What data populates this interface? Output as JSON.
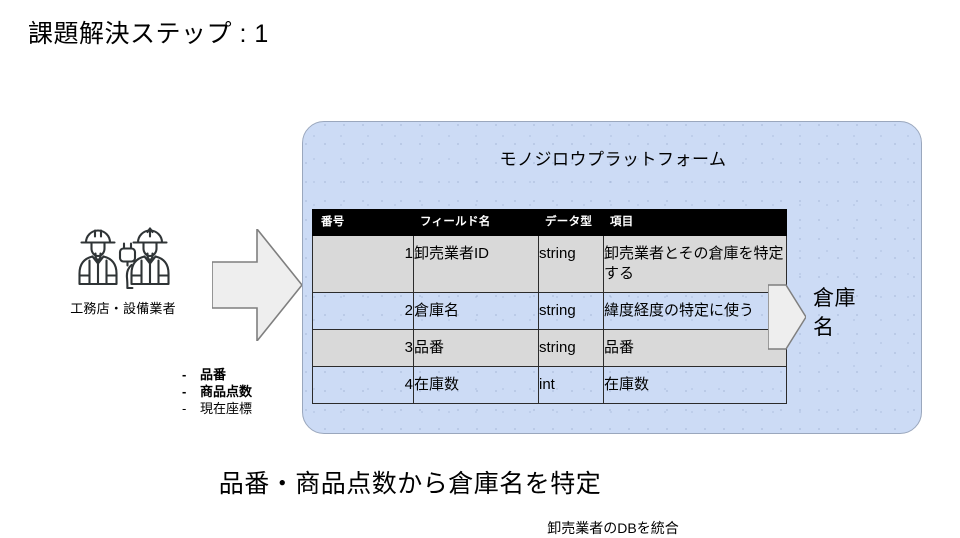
{
  "slide": {
    "title": "課題解決ステップ : 1",
    "bottom_caption": "品番・商品点数から倉庫名を特定"
  },
  "actor": {
    "label": "工務店・設備業者",
    "icon": "two-construction-workers-icon"
  },
  "inputs": {
    "items": [
      {
        "dash": "-",
        "label": "品番",
        "emphasis": "bold"
      },
      {
        "dash": "-",
        "label": "商品点数",
        "emphasis": "bold"
      },
      {
        "dash": "-",
        "label": "現在座標",
        "emphasis": "normal"
      }
    ]
  },
  "platform": {
    "title": "モノジロウプラットフォーム",
    "footnote": "卸売業者のDBを統合",
    "fill_color": "#ccdbf5",
    "border_color": "#9aa7bd"
  },
  "table": {
    "headers": [
      "番号",
      "フィールド名",
      "データ型",
      "項目"
    ],
    "header_bg": "#000000",
    "shaded_row_bg": "#d9d9d9",
    "rows": [
      {
        "no": "1",
        "field": "卸売業者ID",
        "type": "string",
        "item": "卸売業者とその倉庫を特定する"
      },
      {
        "no": "2",
        "field": "倉庫名",
        "type": "string",
        "item": "緯度経度の特定に使う"
      },
      {
        "no": "3",
        "field": "品番",
        "type": "string",
        "item": "品番"
      },
      {
        "no": "4",
        "field": "在庫数",
        "type": "int",
        "item": "在庫数"
      }
    ]
  },
  "output": {
    "label": "倉庫名",
    "arrow_fill": "#eeeeee",
    "arrow_border": "#7f7f7f"
  },
  "input_arrow": {
    "fill": "#eeeeee",
    "border": "#7f7f7f"
  }
}
